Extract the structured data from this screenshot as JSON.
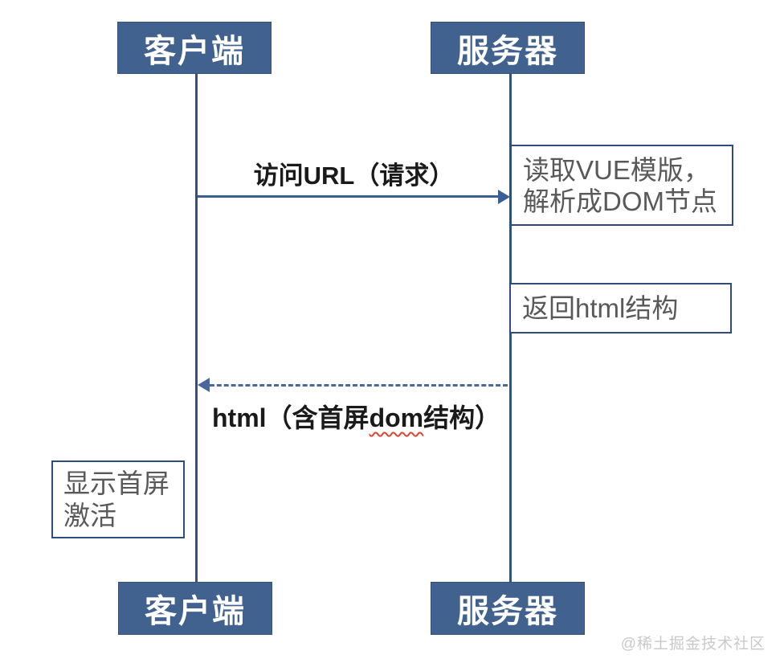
{
  "actors": {
    "client": "客户端",
    "server": "服务器"
  },
  "messages": {
    "request": "访问URL（请求）",
    "response_prefix": "html（含首屏",
    "response_highlight": "dom",
    "response_suffix": "结构）"
  },
  "notes": {
    "read_template_line1": "读取VUE模版，",
    "read_template_line2": "解析成DOM节点",
    "return_html": "返回html结构",
    "display_line1": "显示首屏",
    "display_line2": "激活"
  },
  "watermark": "@稀土掘金技术社区",
  "colors": {
    "actor_fill": "#41618E",
    "actor_border": "#365179",
    "box_border": "#2E4D7B",
    "lifeline": "#33517E",
    "arrow": "#3A5F94",
    "dashed_arrow": "#4A689B",
    "note_text": "#595959",
    "label_text": "#1A1A1A",
    "watermark": "#C9C9C9",
    "squiggle": "#E0462F"
  }
}
